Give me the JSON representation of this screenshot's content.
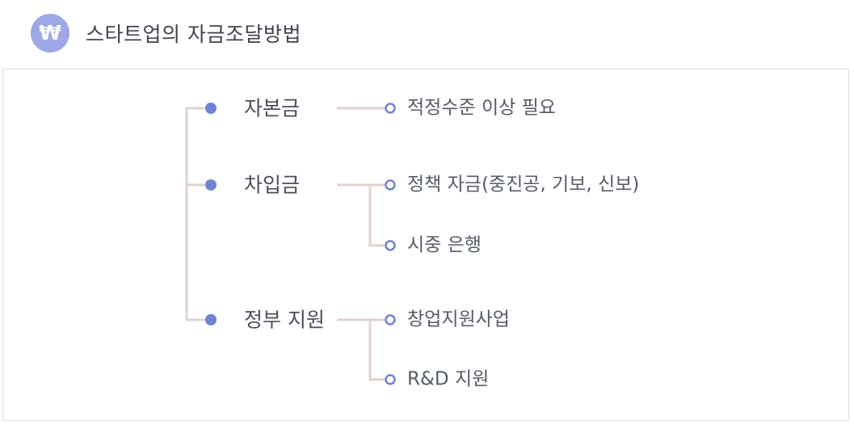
{
  "header": {
    "badge_icon": "won-sign-icon",
    "badge_glyph": "₩",
    "badge_color": "#9ea8e6",
    "title": "스타트업의 자금조달방법"
  },
  "tree": {
    "line_color": "#e0d3cf",
    "primary_dot_color": "#6f83d1",
    "secondary_ring_color": "#6f83d1",
    "branches": [
      {
        "label": "자본금",
        "children": [
          "적정수준 이상 필요"
        ]
      },
      {
        "label": "차입금",
        "children": [
          "정책 자금(중진공, 기보, 신보)",
          "시중 은행"
        ]
      },
      {
        "label": "정부 지원",
        "children": [
          "창업지원사업",
          "R&D 지원"
        ]
      }
    ]
  }
}
